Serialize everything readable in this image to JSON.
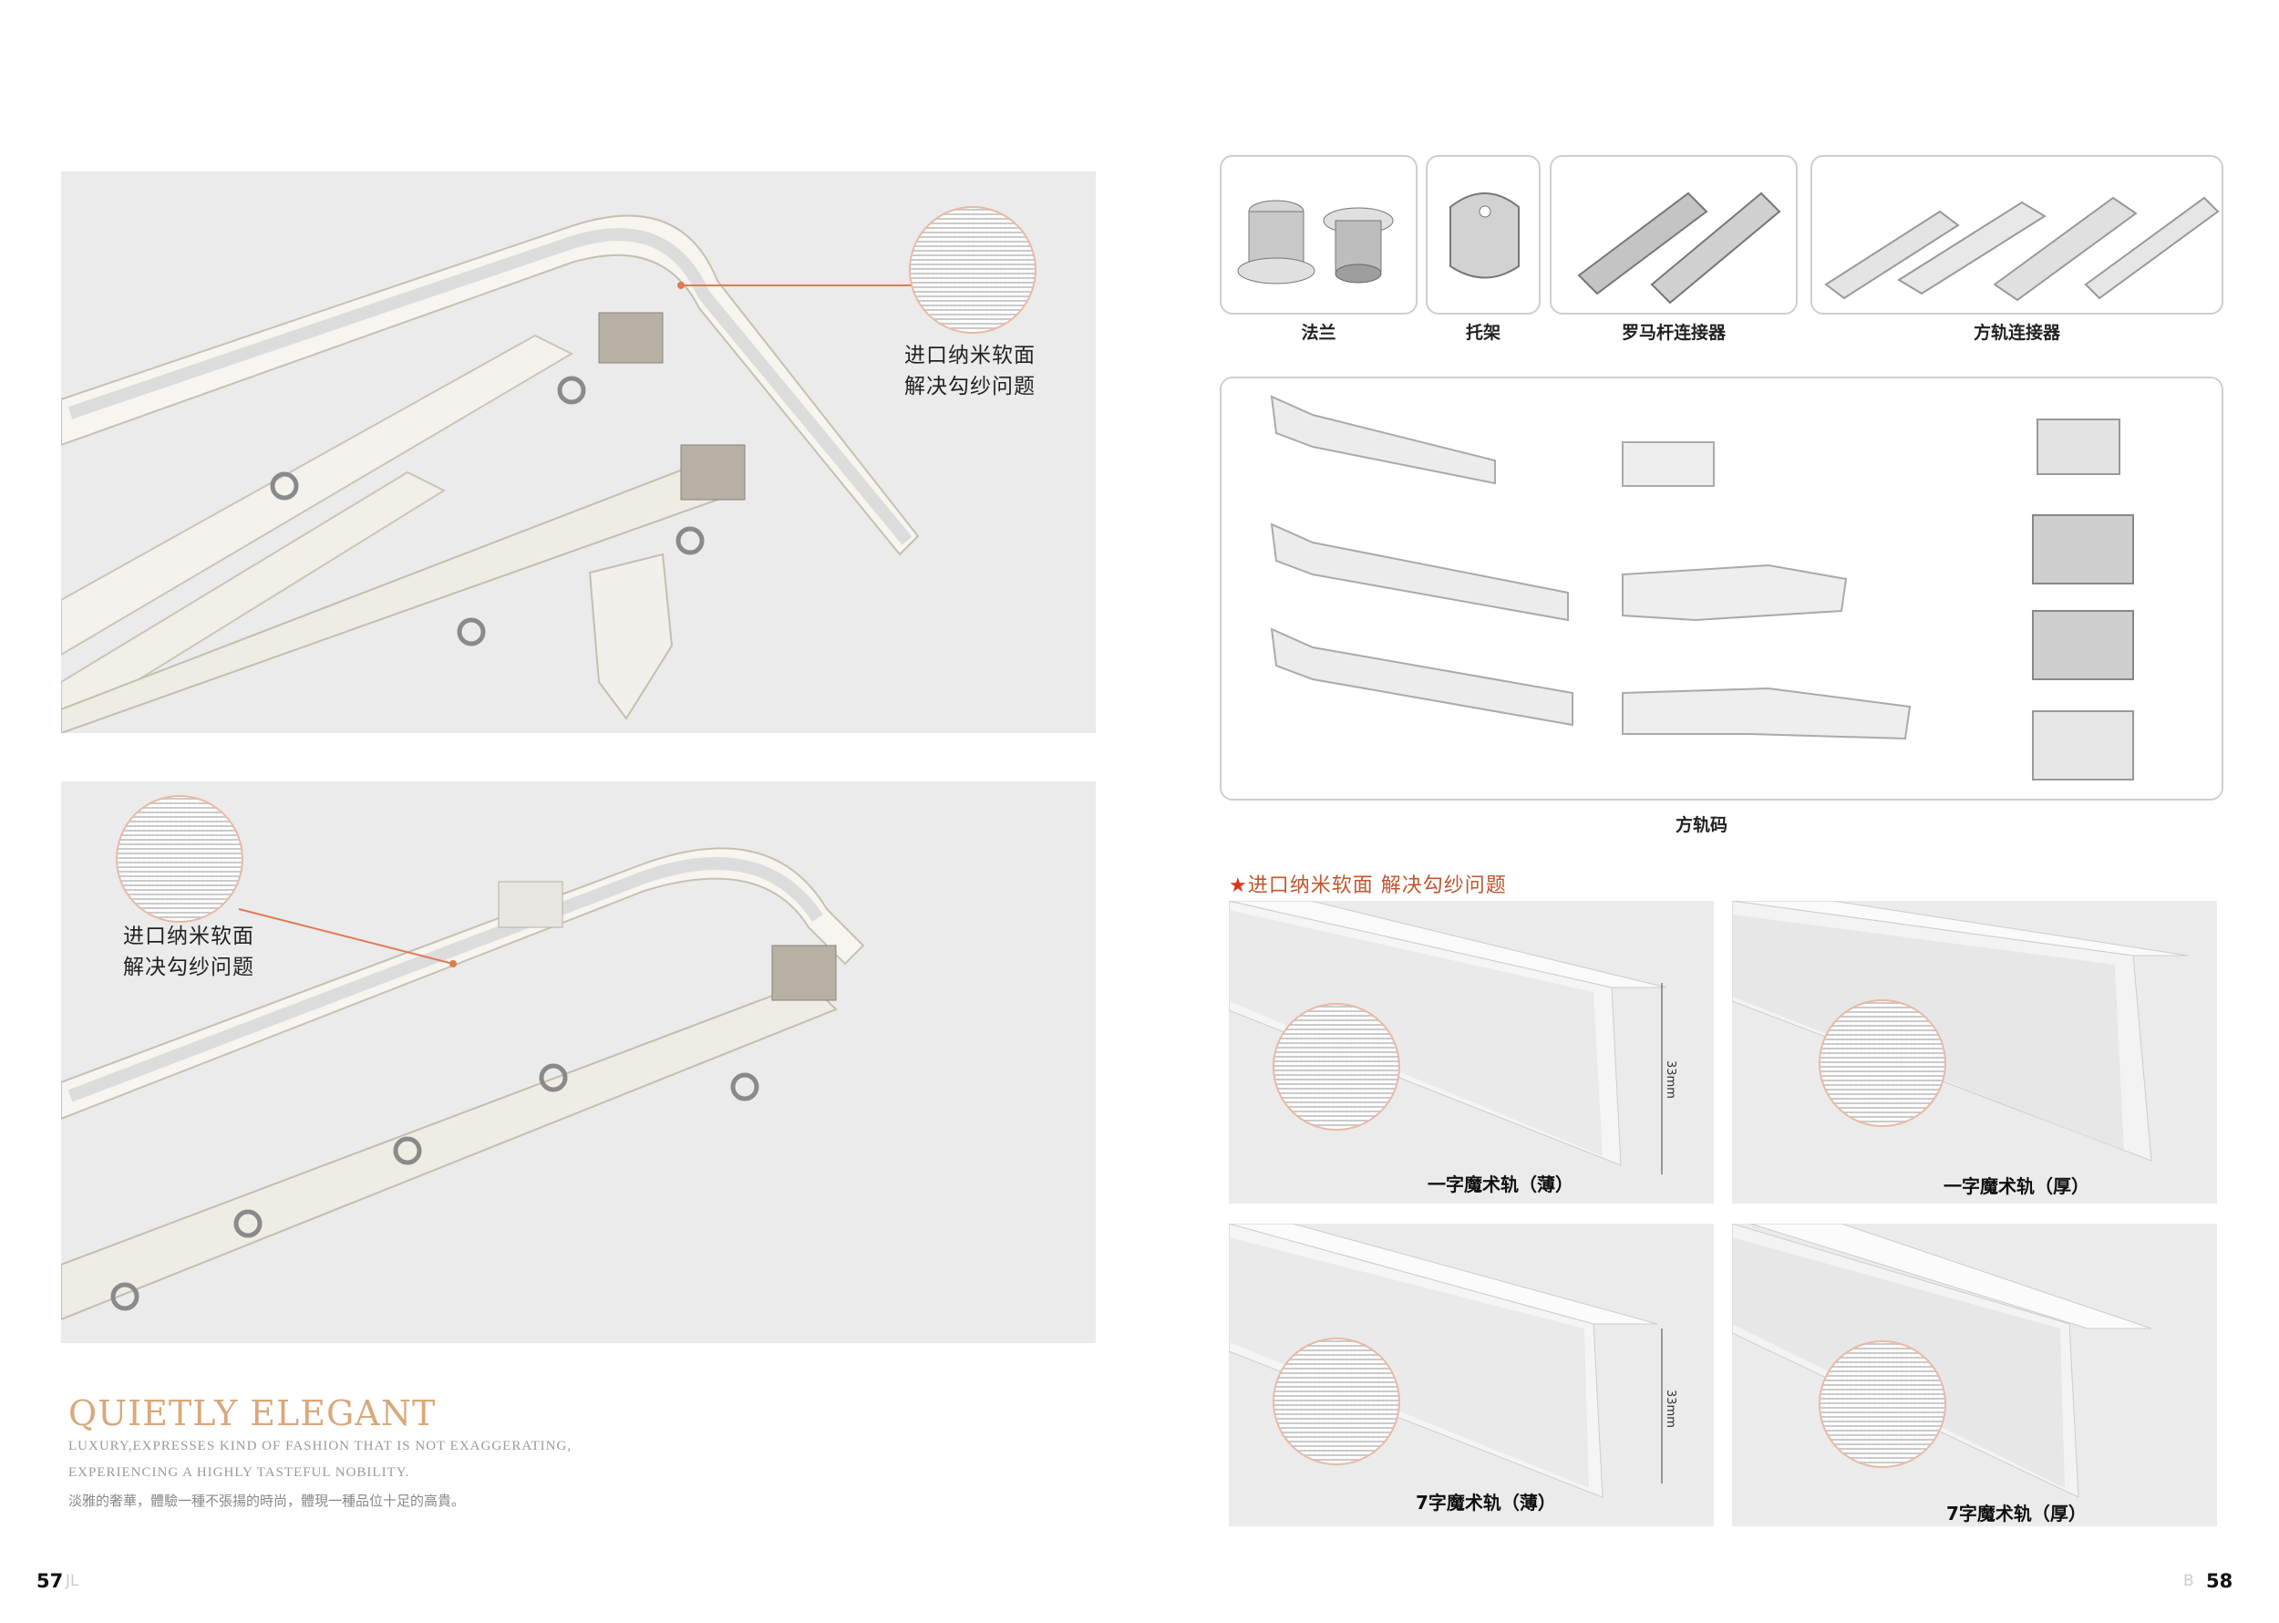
{
  "left_page": {
    "callout_top": [
      "进口纳米软面",
      "解决勾纱问题"
    ],
    "callout_bottom": [
      "进口纳米软面",
      "解决勾纱问题"
    ],
    "slogan": {
      "title": "QUIETLY ELEGANT",
      "line1": "LUXURY,EXPRESSES KIND OF FASHION THAT IS NOT EXAGGERATING,",
      "line2": "EXPERIENCING A HIGHLY TASTEFUL NOBILITY.",
      "chinese": "淡雅的奢華，體驗一種不張揚的時尚，體現一種品位十足的高貴。"
    },
    "page_number": "57",
    "page_ghost": "JL"
  },
  "right_page": {
    "accessories": [
      {
        "label": "法兰"
      },
      {
        "label": "托架"
      },
      {
        "label": "罗马杆连接器"
      },
      {
        "label": "方轨连接器"
      }
    ],
    "bracket_label": "方轨码",
    "feature_heading": "进口纳米软面 解决勾纱问题",
    "feature_star": "★",
    "profiles": [
      {
        "label": "一字魔术轨（薄）",
        "dimension": "33mm"
      },
      {
        "label": "一字魔术轨（厚）"
      },
      {
        "label": "7字魔术轨（薄）",
        "dimension": "33mm"
      },
      {
        "label": "7字魔术轨（厚）"
      }
    ],
    "page_number": "58",
    "page_ghost": "B"
  },
  "colors": {
    "accent_gold": "#d9a87a",
    "accent_red": "#c0562d",
    "panel_bg": "#ebebeb",
    "callout_line": "#e07a55"
  }
}
